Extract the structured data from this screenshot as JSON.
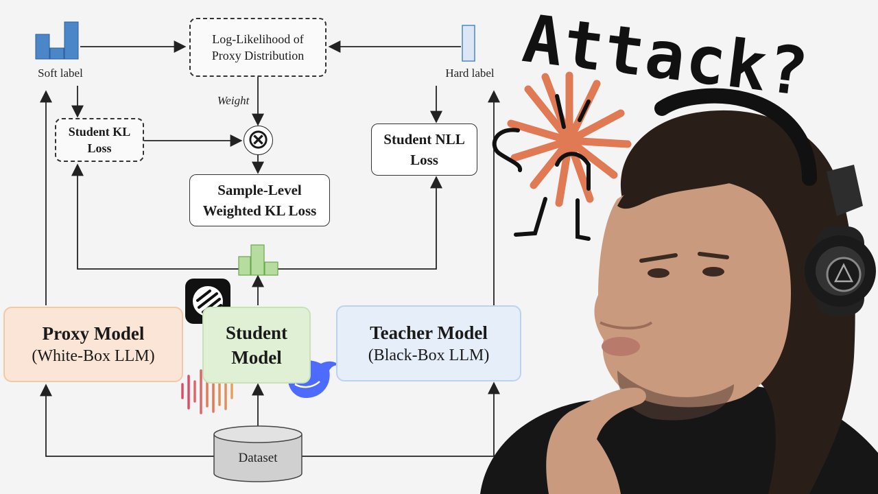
{
  "diagram": {
    "soft_label": "Soft label",
    "hard_label": "Hard label",
    "loglik_line1": "Log-Likelihood of",
    "loglik_line2": "Proxy Distribution",
    "weight": "Weight",
    "student_kl_line1": "Student KL",
    "student_kl_line2": "Loss",
    "student_nll_line1": "Student NLL",
    "student_nll_line2": "Loss",
    "sample_level_line1": "Sample-Level",
    "sample_level_line2": "Weighted KL Loss",
    "proxy_title": "Proxy Model",
    "proxy_sub": "(White-Box LLM)",
    "student_line1": "Student",
    "student_line2": "Model",
    "teacher_title": "Teacher Model",
    "teacher_sub": "(Black-Box LLM)",
    "dataset": "Dataset",
    "multiply_symbol": "⊗"
  },
  "overlay": {
    "title": "Attack?",
    "icons": [
      "piano-logo-icon",
      "sound-wave-icon",
      "whale-logo-icon",
      "burst-doodle-icon",
      "person-photo"
    ]
  },
  "colors": {
    "proxy_fill": "#fbe5d6",
    "student_fill": "#dff0d4",
    "teacher_fill": "#e5eef9",
    "bar_blue": "#4a86c8",
    "bar_green": "#b7dca0",
    "burst": "#e07a55",
    "whale": "#4d6bfe"
  }
}
